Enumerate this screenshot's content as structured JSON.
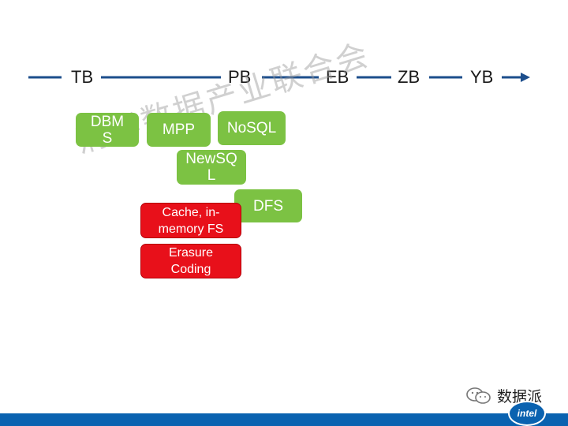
{
  "scale": {
    "units": [
      "TB",
      "PB",
      "EB",
      "ZB",
      "YB"
    ],
    "line_color": "#1c4e8c"
  },
  "technologies": {
    "dbms": "DBM S",
    "mpp": "MPP",
    "nosql": "NoSQL",
    "newsql": "NewSQ L",
    "dfs": "DFS",
    "cache": "Cache, in-memory FS",
    "erasure": "Erasure Coding",
    "green_color": "#7cc243",
    "red_color": "#e8101a"
  },
  "watermark": "清华数据产业联合会",
  "wechat": {
    "name": "数据派",
    "icon": "wechat-icon"
  },
  "logo": {
    "text": "intel",
    "icon": "intel-logo"
  }
}
